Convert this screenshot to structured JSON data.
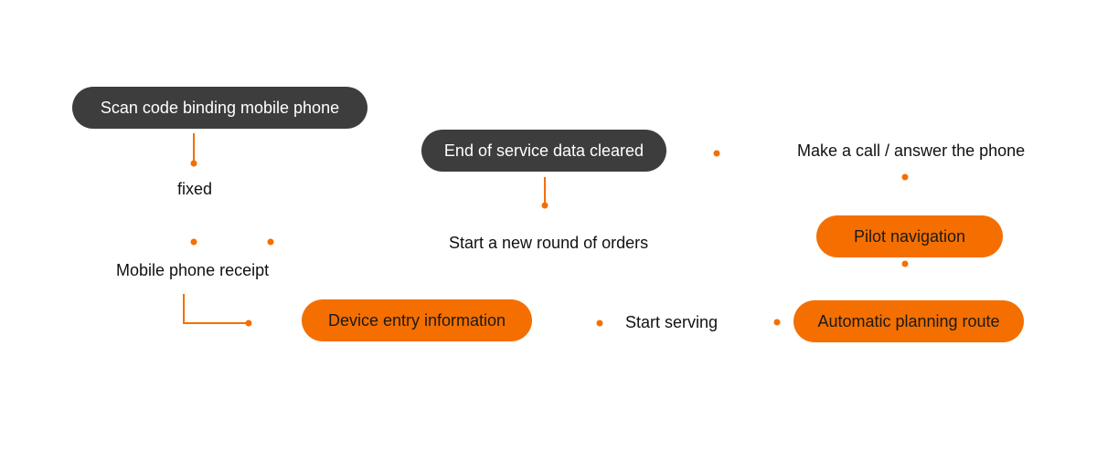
{
  "flow": {
    "scan_code": "Scan code binding mobile phone",
    "fixed": "fixed",
    "mobile_receipt": "Mobile phone receipt",
    "device_entry": "Device entry information",
    "start_serving": "Start serving",
    "auto_route": "Automatic planning route",
    "pilot_nav": "Pilot navigation",
    "make_call": "Make a call / answer the phone",
    "end_service": "End of service data cleared",
    "new_round": "Start a new round of orders"
  },
  "colors": {
    "accent": "#f46f00",
    "dark_node": "#3d3d3d",
    "connector_fade": "#cfcfcf"
  }
}
